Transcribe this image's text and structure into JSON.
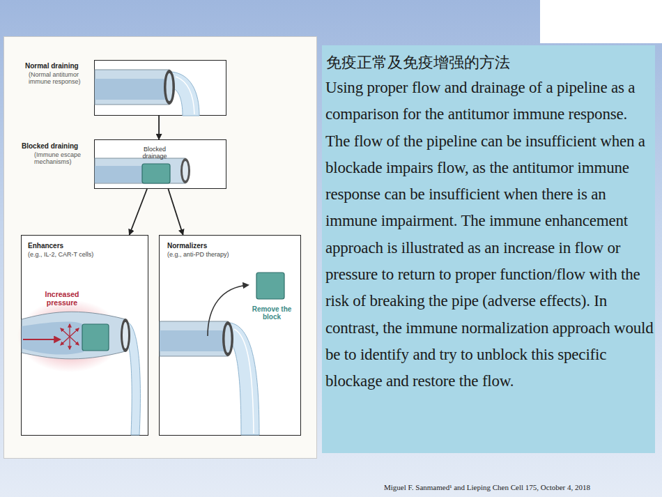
{
  "diagram": {
    "nodes": [
      {
        "text": [
          "Normal draining",
          "(Normal antitumor immune response)"
        ]
      },
      {
        "text": [
          "Blocked draining",
          "(Immune escape mechanisms)",
          "Blocked drainage"
        ]
      },
      {
        "text": [
          "Enhancers",
          "(e.g., IL-2, CAR-T cells)",
          "Increased pressure"
        ]
      },
      {
        "text": [
          "Normalizers",
          "(e.g., anti-PD therapy)",
          "Remove the block"
        ]
      },
      {
        "text": [
          "免疫正常及免疫增强的方法",
          "Using proper flow and drainage of a pipeline as a comparison for the antitumor immune response. The flow of the pipeline can be insufficient when a blockade impairs flow, as the antitumor immune response can be insufficient when there is an immune impairment. The immune enhancement approach is illustrated as an increase in flow or pressure to return to proper function/flow with the risk of breaking the pipe (adverse effects). In contrast, the immune normalization approach would be to identify and try to unblock this specific blockage and restore the flow."
        ]
      }
    ],
    "edges": [
      {
        "from": 0,
        "to": 1,
        "arrow": "to"
      },
      {
        "from": 1,
        "to": 2,
        "arrow": "to"
      },
      {
        "from": 1,
        "to": 3,
        "arrow": "to"
      }
    ],
    "labels": [
      "Miguel F. Sanmamed¹ and Lieping Chen Cell 175, October 4, 2018"
    ]
  }
}
